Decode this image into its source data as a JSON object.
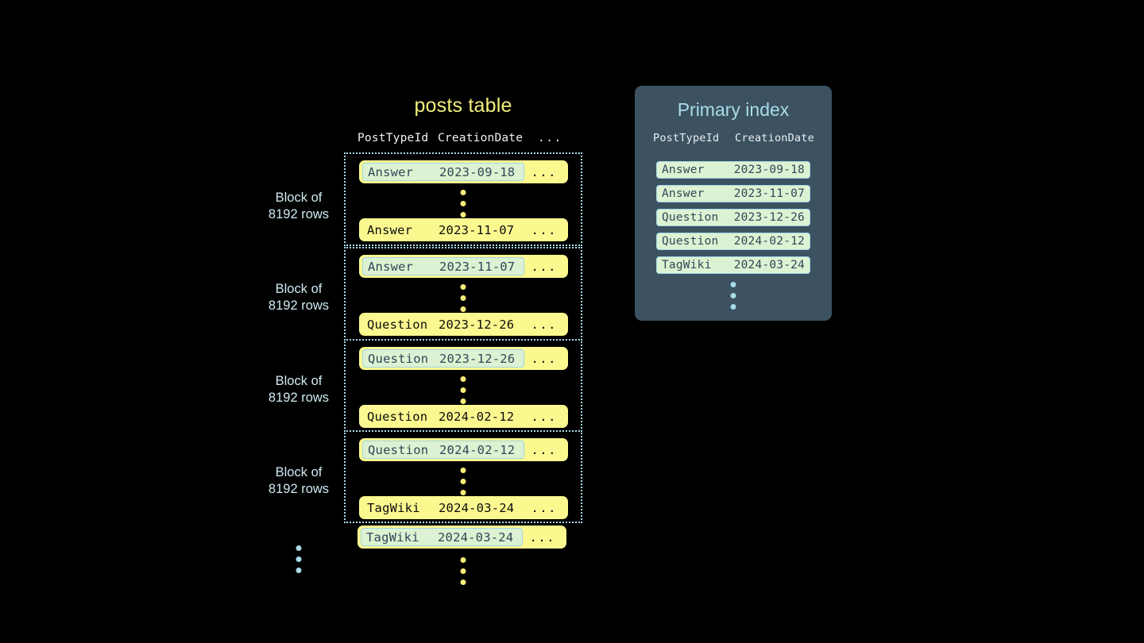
{
  "posts_table": {
    "title": "posts table",
    "columns": [
      "PostTypeId",
      "CreationDate",
      "..."
    ],
    "ellipsis_cell": "...",
    "block_label": "Block of\n8192 rows",
    "blocks": [
      {
        "label": "Block of\n8192 rows",
        "first_row": {
          "type": "Answer",
          "date": "2023-09-18",
          "more": "...",
          "highlighted": true
        },
        "last_row": {
          "type": "Answer",
          "date": "2023-11-07",
          "more": "...",
          "highlighted": false
        }
      },
      {
        "label": "Block of\n8192 rows",
        "first_row": {
          "type": "Answer",
          "date": "2023-11-07",
          "more": "...",
          "highlighted": true
        },
        "last_row": {
          "type": "Question",
          "date": "2023-12-26",
          "more": "...",
          "highlighted": false
        }
      },
      {
        "label": "Block of\n8192 rows",
        "first_row": {
          "type": "Question",
          "date": "2023-12-26",
          "more": "...",
          "highlighted": true
        },
        "last_row": {
          "type": "Question",
          "date": "2024-02-12",
          "more": "...",
          "highlighted": false
        }
      },
      {
        "label": "Block of\n8192 rows",
        "first_row": {
          "type": "Question",
          "date": "2024-02-12",
          "more": "...",
          "highlighted": true
        },
        "last_row": {
          "type": "TagWiki",
          "date": "2024-03-24",
          "more": "...",
          "highlighted": false
        }
      }
    ],
    "trailing_row": {
      "type": "TagWiki",
      "date": "2024-03-24",
      "more": "...",
      "highlighted": true
    }
  },
  "primary_index": {
    "title": "Primary index",
    "columns": [
      "PostTypeId",
      "CreationDate"
    ],
    "rows": [
      {
        "type": "Answer",
        "date": "2023-09-18"
      },
      {
        "type": "Answer",
        "date": "2023-11-07"
      },
      {
        "type": "Question",
        "date": "2023-12-26"
      },
      {
        "type": "Question",
        "date": "2024-02-12"
      },
      {
        "type": "TagWiki",
        "date": "2024-03-24"
      }
    ]
  },
  "colors": {
    "background": "#000000",
    "row_yellow": "#fbf890",
    "mark_green": "#dcf2d2",
    "accent_blue": "#a9dbe8",
    "panel_slate": "#3c5261",
    "title_yellow": "#f2f07a",
    "text_dark": "#2f4858"
  }
}
